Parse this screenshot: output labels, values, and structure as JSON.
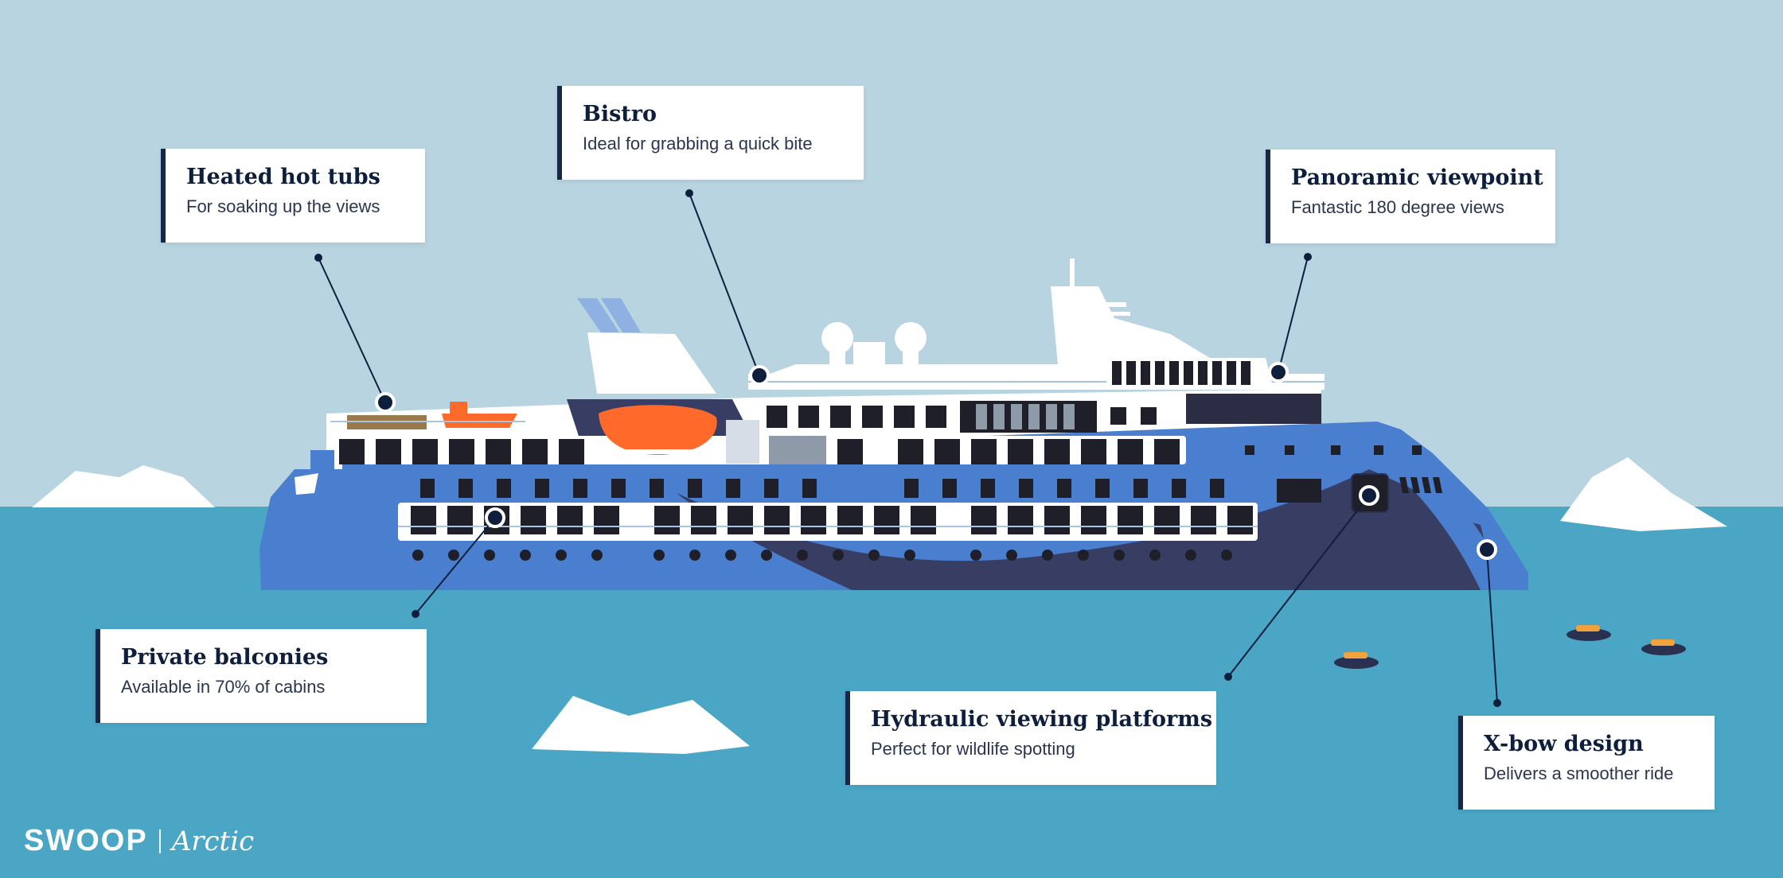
{
  "callouts": {
    "hot_tubs": {
      "title": "Heated hot tubs",
      "desc": "For soaking up the views"
    },
    "bistro": {
      "title": "Bistro",
      "desc": "Ideal for grabbing a quick bite"
    },
    "panoramic": {
      "title": "Panoramic viewpoint",
      "desc": "Fantastic 180 degree views"
    },
    "balconies": {
      "title": "Private balconies",
      "desc": "Available in 70% of cabins"
    },
    "platforms": {
      "title": "Hydraulic viewing platforms",
      "desc": "Perfect for wildlife spotting"
    },
    "xbow": {
      "title": "X-bow design",
      "desc": "Delivers a smoother ride"
    }
  },
  "logo": {
    "brand": "SWOOP",
    "sub": "Arctic"
  },
  "colors": {
    "sky": "#b8d4e0",
    "sea": "#4aa6c4",
    "hull_blue": "#4a7fd0",
    "hull_dark": "#383d64",
    "accent_border": "#16284a",
    "lifeboat": "#ff6a2b"
  }
}
